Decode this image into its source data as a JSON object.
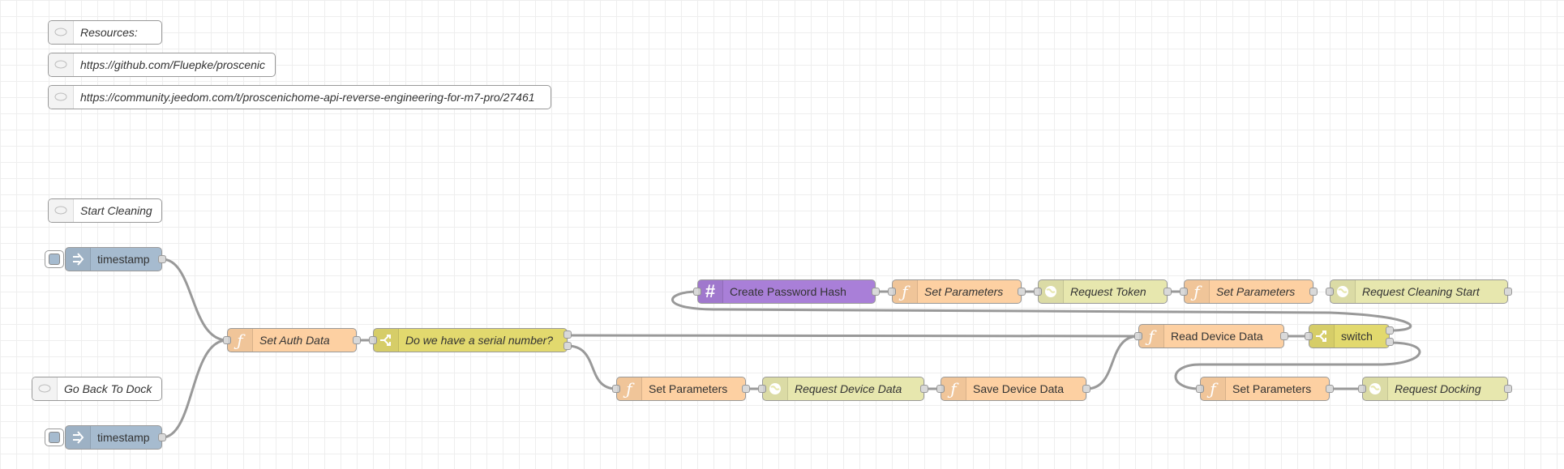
{
  "colors": {
    "inject": "#a6bbcf",
    "function": "#fdd0a2",
    "switch": "#e2d96e",
    "http": "#e7e7ae",
    "hash": "#a97fd8",
    "comment": "#ffffff",
    "wire": "#999999"
  },
  "comments": [
    {
      "label": "Resources:",
      "icon": "comment-icon"
    },
    {
      "label": "https://github.com/Fluepke/proscenic",
      "icon": "comment-icon"
    },
    {
      "label": "https://community.jeedom.com/t/proscenichome-api-reverse-engineering-for-m7-pro/27461",
      "icon": "comment-icon"
    },
    {
      "label": "Start Cleaning",
      "icon": "comment-icon"
    },
    {
      "label": "Go Back To Dock",
      "icon": "comment-icon"
    }
  ],
  "nodes": [
    {
      "id": "inject1",
      "type": "inject",
      "label": "timestamp",
      "icon": "inject-arrow-icon"
    },
    {
      "id": "inject2",
      "type": "inject",
      "label": "timestamp",
      "icon": "inject-arrow-icon"
    },
    {
      "id": "authfn",
      "type": "function",
      "label": "Set Auth Data",
      "icon": "function-icon"
    },
    {
      "id": "serialsw",
      "type": "switch",
      "label": "Do we have a serial number?",
      "icon": "switch-icon"
    },
    {
      "id": "hash",
      "type": "hash",
      "label": "Create Password Hash",
      "icon": "hash-icon"
    },
    {
      "id": "setp1",
      "type": "function",
      "label": "Set Parameters",
      "icon": "function-icon"
    },
    {
      "id": "reqtoken",
      "type": "http",
      "label": "Request Token",
      "icon": "globe-icon"
    },
    {
      "id": "setp2",
      "type": "function",
      "label": "Set Parameters",
      "icon": "function-icon"
    },
    {
      "id": "reqclean",
      "type": "http",
      "label": "Request Cleaning Start",
      "icon": "globe-icon"
    },
    {
      "id": "readdev",
      "type": "function",
      "label": "Read Device Data",
      "icon": "function-icon"
    },
    {
      "id": "sw2",
      "type": "switch",
      "label": "switch",
      "icon": "switch-icon"
    },
    {
      "id": "setp3",
      "type": "function",
      "label": "Set Parameters",
      "icon": "function-icon"
    },
    {
      "id": "reqdev",
      "type": "http",
      "label": "Request Device Data",
      "icon": "globe-icon"
    },
    {
      "id": "savedev",
      "type": "function",
      "label": "Save Device Data",
      "icon": "function-icon"
    },
    {
      "id": "setp4",
      "type": "function",
      "label": "Set Parameters",
      "icon": "function-icon"
    },
    {
      "id": "reqdock",
      "type": "http",
      "label": "Request Docking",
      "icon": "globe-icon"
    }
  ]
}
